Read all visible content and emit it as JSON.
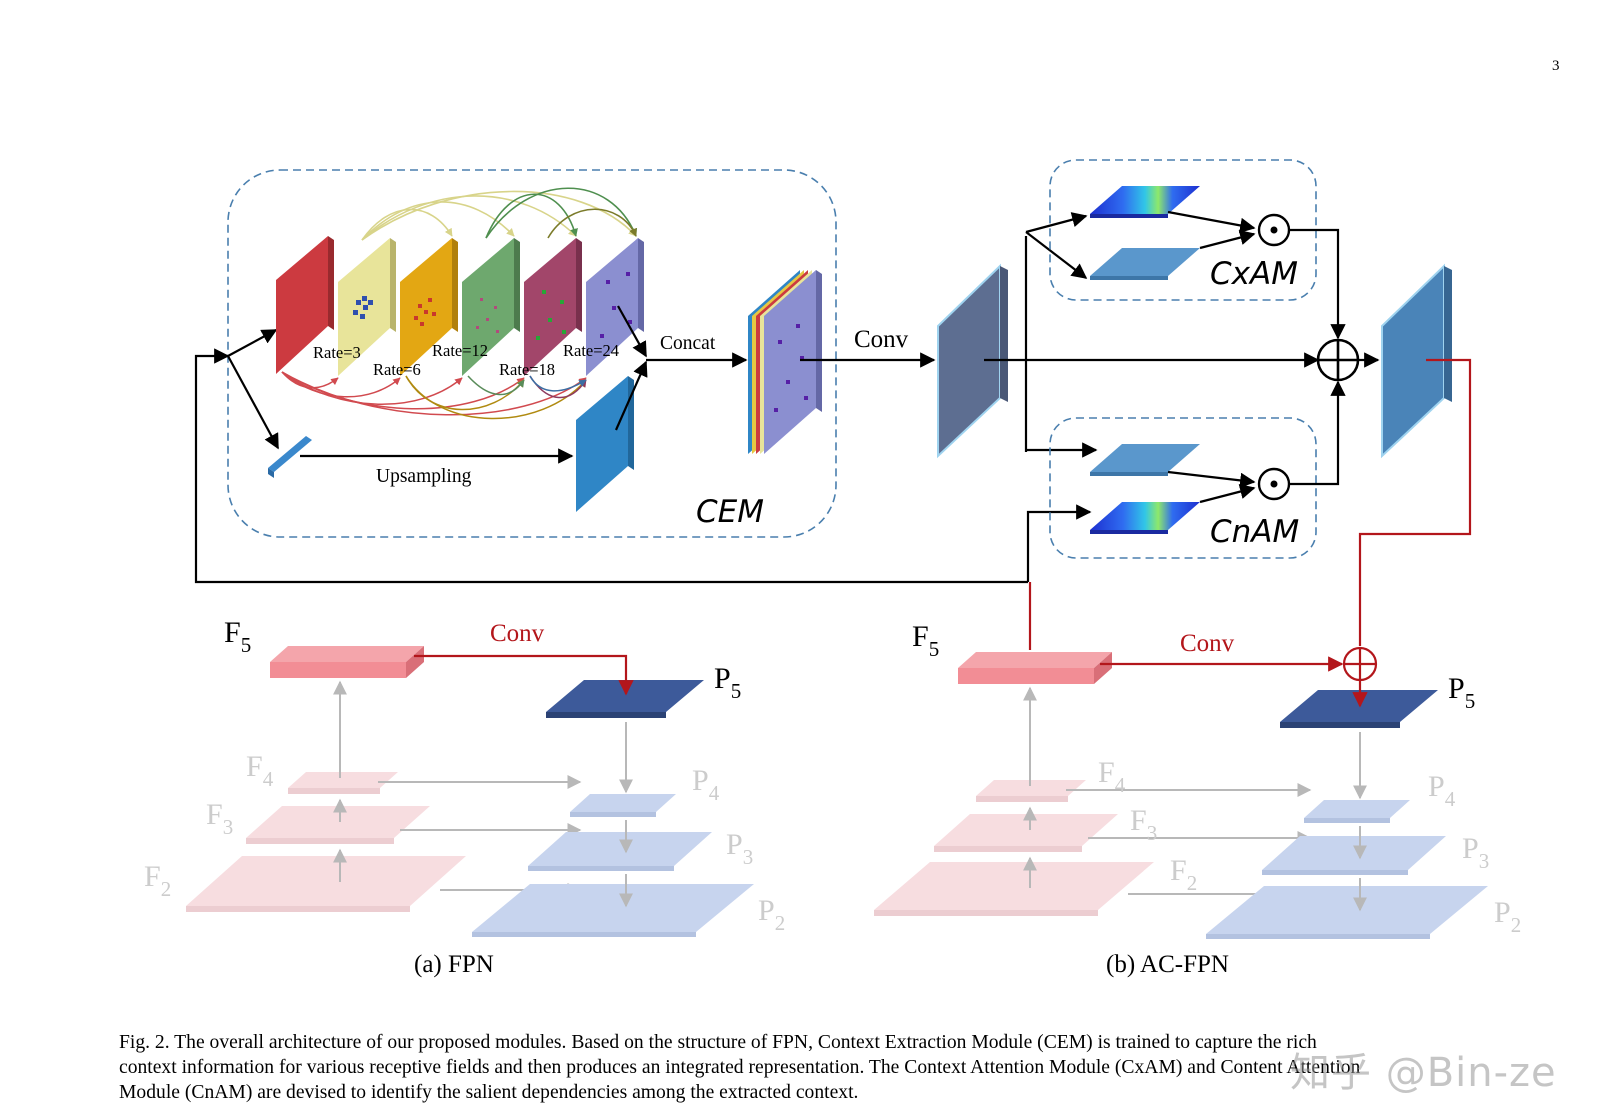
{
  "page_number": "3",
  "cem": {
    "title": "CEM",
    "rates": [
      "Rate=3",
      "Rate=6",
      "Rate=12",
      "Rate=18",
      "Rate=24"
    ],
    "concat_label": "Concat",
    "upsampling_label": "Upsampling"
  },
  "conv_label": "Conv",
  "cxam": {
    "title": "CxAM"
  },
  "cnam": {
    "title": "CnAM"
  },
  "fpn": {
    "caption": "(a) FPN",
    "f_labels": {
      "f5": "F",
      "f4": "F",
      "f3": "F",
      "f2": "F"
    },
    "f_subs": {
      "f5": "5",
      "f4": "4",
      "f3": "3",
      "f2": "2"
    },
    "p_labels": {
      "p5": "P",
      "p4": "P",
      "p3": "P",
      "p2": "P"
    },
    "p_subs": {
      "p5": "5",
      "p4": "4",
      "p3": "3",
      "p2": "2"
    },
    "conv_label": "Conv"
  },
  "acfpn": {
    "caption": "(b) AC-FPN",
    "f_labels": {
      "f5": "F",
      "f4": "F",
      "f3": "F",
      "f2": "F"
    },
    "f_subs": {
      "f5": "5",
      "f4": "4",
      "f3": "3",
      "f2": "2"
    },
    "p_labels": {
      "p5": "P",
      "p4": "P",
      "p3": "P",
      "p2": "P"
    },
    "p_subs": {
      "p5": "5",
      "p4": "4",
      "p3": "3",
      "p2": "2"
    },
    "conv_label": "Conv"
  },
  "caption_lines": [
    "Fig. 2.   The overall architecture of our proposed modules. Based on the structure of FPN, Context Extraction Module (CEM) is trained to capture the rich",
    "context information for various receptive fields and then produces an integrated representation. The Context Attention Module (CxAM) and Content Attention",
    "Module (CnAM) are devised to identify the salient dependencies among the extracted context."
  ],
  "watermark": "知乎 @Bin-ze",
  "colors": {
    "dashed_box": "#4a7fae",
    "arrow_black": "#000000",
    "arrow_red": "#b3161b",
    "f5_pink": "#f28d95",
    "p5_navy": "#3d5a9a",
    "faded_pink": "#f7dde0",
    "faded_blue": "#c7d4ee"
  }
}
